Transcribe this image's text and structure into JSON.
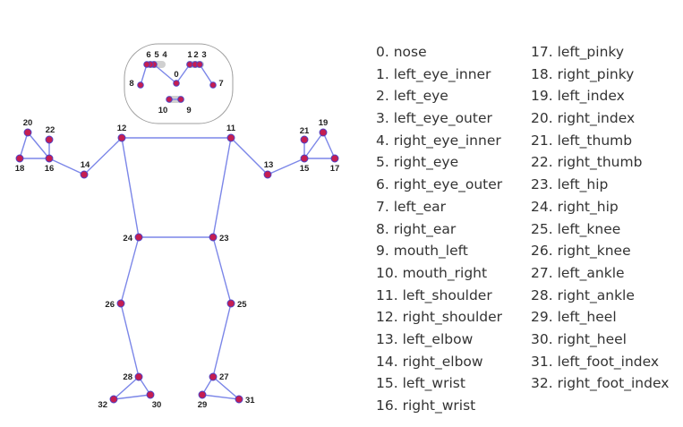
{
  "colors": {
    "line": "#7b86e8",
    "node_fill": "#c41e52",
    "node_stroke": "#4a43c9",
    "face_border": "#9e9e9e",
    "mouth_fill": "#d0d0d0",
    "label": "#222222",
    "legend_text": "#333333"
  },
  "landmarks": [
    {
      "id": 0,
      "label": "0"
    },
    {
      "id": 1,
      "label": "1"
    },
    {
      "id": 2,
      "label": "2"
    },
    {
      "id": 3,
      "label": "3"
    },
    {
      "id": 4,
      "label": "4"
    },
    {
      "id": 5,
      "label": "5"
    },
    {
      "id": 6,
      "label": "6"
    },
    {
      "id": 7,
      "label": "7"
    },
    {
      "id": 8,
      "label": "8"
    },
    {
      "id": 9,
      "label": "9"
    },
    {
      "id": 10,
      "label": "10"
    },
    {
      "id": 11,
      "label": "11"
    },
    {
      "id": 12,
      "label": "12"
    },
    {
      "id": 13,
      "label": "13"
    },
    {
      "id": 14,
      "label": "14"
    },
    {
      "id": 15,
      "label": "15"
    },
    {
      "id": 16,
      "label": "16"
    },
    {
      "id": 17,
      "label": "17"
    },
    {
      "id": 18,
      "label": "18"
    },
    {
      "id": 19,
      "label": "19"
    },
    {
      "id": 20,
      "label": "20"
    },
    {
      "id": 21,
      "label": "21"
    },
    {
      "id": 22,
      "label": "22"
    },
    {
      "id": 23,
      "label": "23"
    },
    {
      "id": 24,
      "label": "24"
    },
    {
      "id": 25,
      "label": "25"
    },
    {
      "id": 26,
      "label": "26"
    },
    {
      "id": 27,
      "label": "27"
    },
    {
      "id": 28,
      "label": "28"
    },
    {
      "id": 29,
      "label": "29"
    },
    {
      "id": 30,
      "label": "30"
    },
    {
      "id": 31,
      "label": "31"
    },
    {
      "id": 32,
      "label": "32"
    }
  ],
  "connections": [
    [
      11,
      12
    ],
    [
      11,
      13
    ],
    [
      13,
      15
    ],
    [
      15,
      17
    ],
    [
      15,
      19
    ],
    [
      17,
      19
    ],
    [
      15,
      21
    ],
    [
      12,
      14
    ],
    [
      14,
      16
    ],
    [
      16,
      18
    ],
    [
      16,
      20
    ],
    [
      18,
      20
    ],
    [
      16,
      22
    ],
    [
      11,
      23
    ],
    [
      12,
      24
    ],
    [
      23,
      24
    ],
    [
      23,
      25
    ],
    [
      25,
      27
    ],
    [
      27,
      29
    ],
    [
      27,
      31
    ],
    [
      29,
      31
    ],
    [
      24,
      26
    ],
    [
      26,
      28
    ],
    [
      28,
      30
    ],
    [
      28,
      32
    ],
    [
      30,
      32
    ],
    [
      0,
      1
    ],
    [
      1,
      2
    ],
    [
      2,
      3
    ],
    [
      3,
      7
    ],
    [
      0,
      4
    ],
    [
      4,
      5
    ],
    [
      5,
      6
    ],
    [
      6,
      8
    ],
    [
      9,
      10
    ]
  ],
  "legend": {
    "column_1": [
      "0. nose",
      "1. left_eye_inner",
      "2. left_eye",
      "3. left_eye_outer",
      "4. right_eye_inner",
      "5. right_eye",
      "6. right_eye_outer",
      "7. left_ear",
      "8. right_ear",
      "9. mouth_left",
      "10. mouth_right",
      "11. left_shoulder",
      "12. right_shoulder",
      "13. left_elbow",
      "14. right_elbow",
      "15. left_wrist",
      "16. right_wrist"
    ],
    "column_2": [
      "17. left_pinky",
      "18. right_pinky",
      "19. left_index",
      "20. right_index",
      "21. left_thumb",
      "22. right_thumb",
      "23. left_hip",
      "24. right_hip",
      "25. left_knee",
      "26. right_knee",
      "27. left_ankle",
      "28. right_ankle",
      "29. left_heel",
      "30. right_heel",
      "31. left_foot_index",
      "32. right_foot_index"
    ]
  }
}
